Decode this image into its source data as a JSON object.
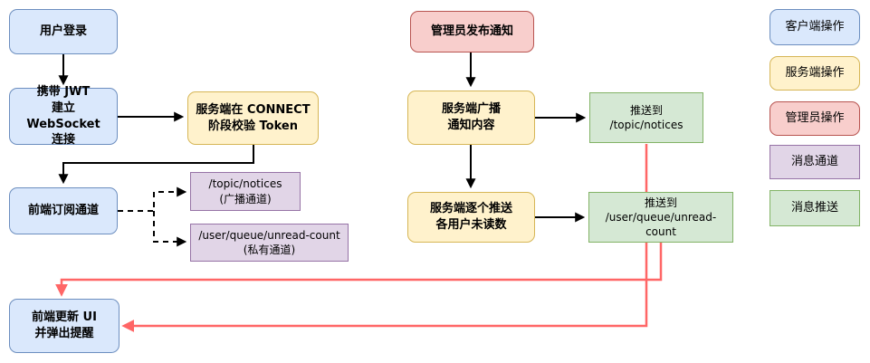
{
  "diagram": {
    "nodes": {
      "user_login": {
        "label": "用户登录",
        "category": "客户端操作"
      },
      "jwt_connect": {
        "label": "携带 JWT\n建立 WebSocket\n连接",
        "category": "客户端操作"
      },
      "connect_validate": {
        "label": "服务端在 CONNECT\n阶段校验 Token",
        "category": "服务端操作"
      },
      "subscribe": {
        "label": "前端订阅通道",
        "category": "客户端操作"
      },
      "channel_topic": {
        "label": "/topic/notices\n(广播通道)",
        "category": "消息通道"
      },
      "channel_queue": {
        "label": "/user/queue/unread-count\n(私有通道)",
        "category": "消息通道"
      },
      "admin_publish": {
        "label": "管理员发布通知",
        "category": "管理员操作"
      },
      "broadcast": {
        "label": "服务端广播\n通知内容",
        "category": "服务端操作"
      },
      "push_topic": {
        "label": "推送到\n/topic/notices",
        "category": "消息推送"
      },
      "push_unread": {
        "label": "服务端逐个推送\n各用户未读数",
        "category": "服务端操作"
      },
      "push_queue": {
        "label": "推送到\n/user/queue/unread-count",
        "category": "消息推送"
      },
      "update_ui": {
        "label": "前端更新 UI\n并弹出提醒",
        "category": "客户端操作"
      }
    },
    "edges": [
      {
        "from": "user_login",
        "to": "jwt_connect",
        "style": "solid-black"
      },
      {
        "from": "jwt_connect",
        "to": "connect_validate",
        "style": "solid-black"
      },
      {
        "from": "connect_validate",
        "to": "subscribe",
        "style": "solid-black"
      },
      {
        "from": "subscribe",
        "to": "channel_topic",
        "style": "dashed-black"
      },
      {
        "from": "subscribe",
        "to": "channel_queue",
        "style": "dashed-black"
      },
      {
        "from": "admin_publish",
        "to": "broadcast",
        "style": "solid-black"
      },
      {
        "from": "broadcast",
        "to": "push_topic",
        "style": "solid-black"
      },
      {
        "from": "broadcast",
        "to": "push_unread",
        "style": "solid-black"
      },
      {
        "from": "push_unread",
        "to": "push_queue",
        "style": "solid-black"
      },
      {
        "from": "push_topic",
        "to": "update_ui",
        "style": "solid-red"
      },
      {
        "from": "push_queue",
        "to": "update_ui",
        "style": "solid-red"
      }
    ]
  },
  "legend": {
    "items": [
      {
        "label": "客户端操作",
        "fill": "#dae8fc",
        "border": "#6c8ebf",
        "shape": "rounded"
      },
      {
        "label": "服务端操作",
        "fill": "#fff2cc",
        "border": "#d6b656",
        "shape": "rounded"
      },
      {
        "label": "管理员操作",
        "fill": "#f8cecc",
        "border": "#b85450",
        "shape": "rounded"
      },
      {
        "label": "消息通道",
        "fill": "#e1d5e7",
        "border": "#9673a6",
        "shape": "square"
      },
      {
        "label": "消息推送",
        "fill": "#d5e8d4",
        "border": "#82b366",
        "shape": "square"
      }
    ]
  },
  "colors": {
    "client_fill": "#dae8fc",
    "client_border": "#6c8ebf",
    "server_fill": "#fff2cc",
    "server_border": "#d6b656",
    "admin_fill": "#f8cecc",
    "admin_border": "#b85450",
    "channel_fill": "#e1d5e7",
    "channel_border": "#9673a6",
    "push_fill": "#d5e8d4",
    "push_border": "#82b366",
    "black_edge": "#000000",
    "red_edge": "#ff6666",
    "background": "#ffffff"
  }
}
